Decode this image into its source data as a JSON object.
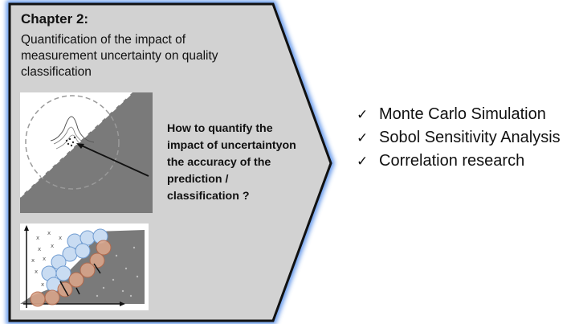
{
  "chapter": {
    "title": "Chapter 2:",
    "subtitle": "Quantification of the impact of measurement uncertainty on quality classification",
    "question": "How to quantify the impact of uncertaintyon the accuracy of the prediction / classification ?"
  },
  "checklist": {
    "items": [
      {
        "icon": "check-icon",
        "label": "Monte Carlo Simulation"
      },
      {
        "icon": "check-icon",
        "label": "Sobol Sensitivity Analysis"
      },
      {
        "icon": "check-icon",
        "label": "Correlation research"
      }
    ]
  },
  "colors": {
    "panel_fill": "#d2d2d2",
    "panel_border": "#111111",
    "glow": "#4a86e8",
    "region": "#7a7a7a",
    "blue_circle": "#c9dcf2",
    "orange_circle": "#d9a58a"
  }
}
